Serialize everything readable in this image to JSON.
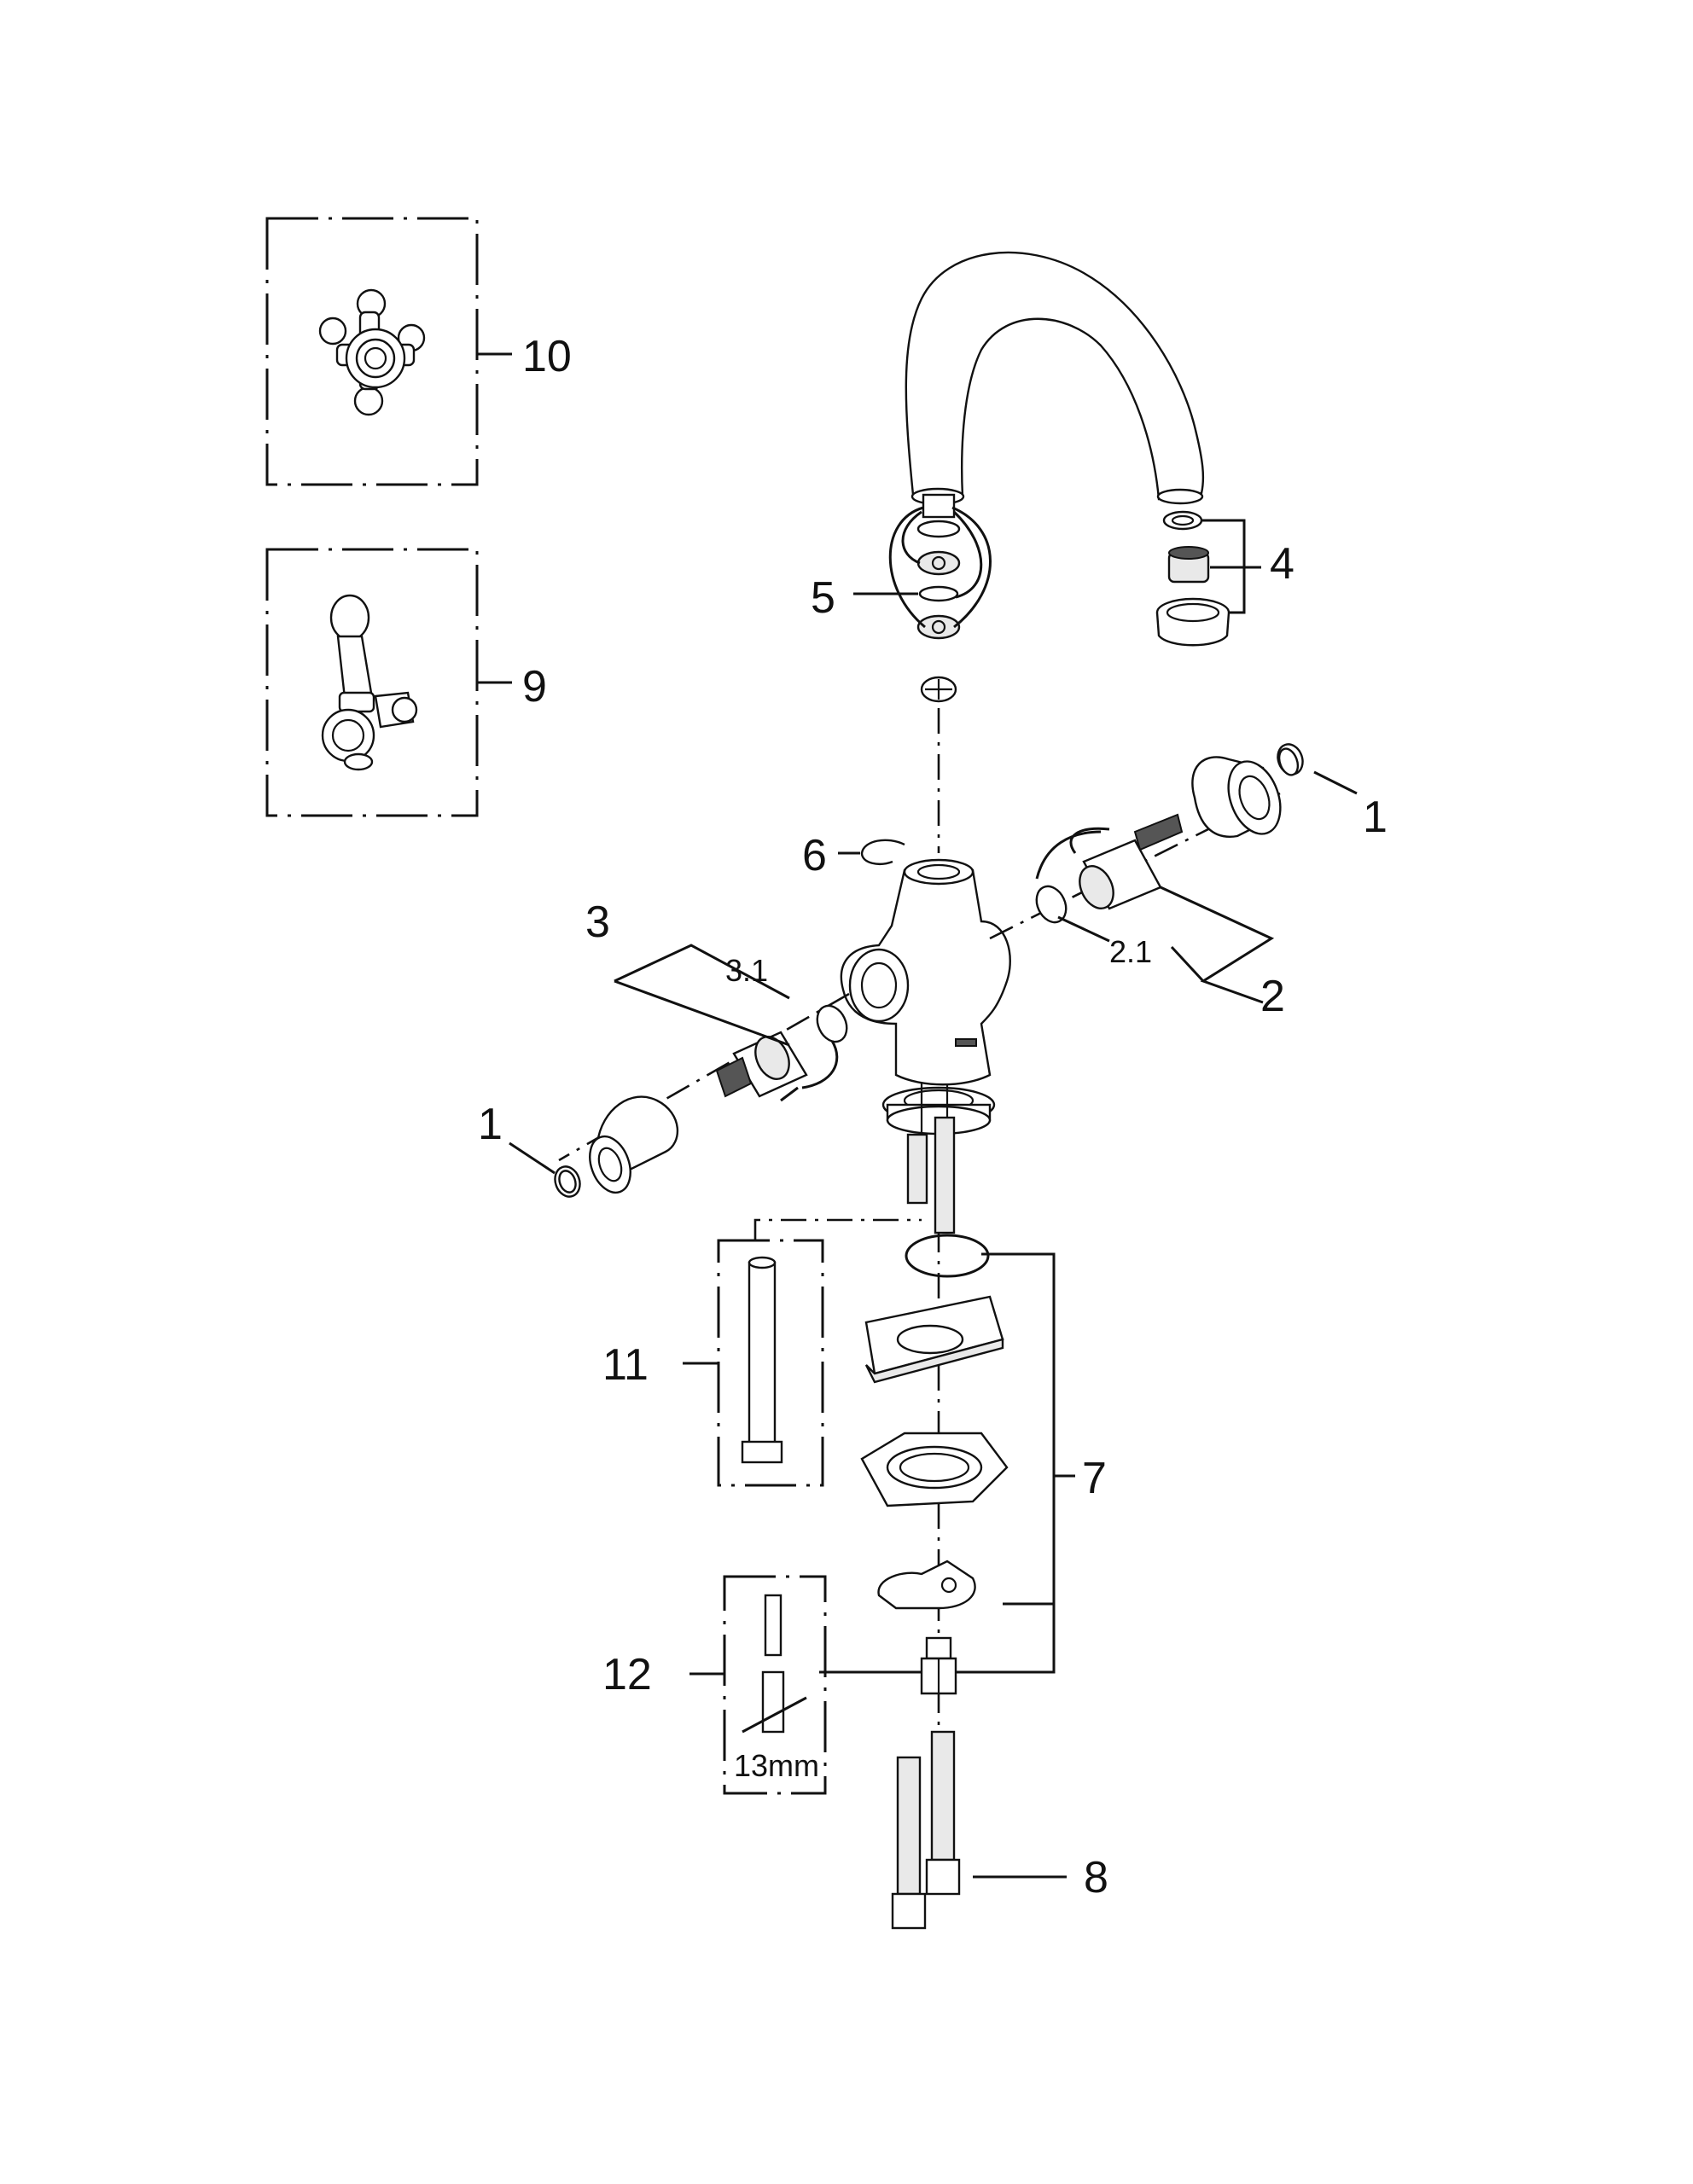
{
  "labels": {
    "l1": "1",
    "l2": "2",
    "l2_1": "2.1",
    "l3": "3",
    "l3_1": "3.1",
    "l4": "4",
    "l5": "5",
    "l6": "6",
    "l7": "7",
    "l8": "8",
    "l9": "9",
    "l10": "10",
    "l11": "11",
    "l12": "12",
    "key_size": "13mm"
  },
  "icons": [
    "cross-handle-icon",
    "lever-handle-icon",
    "extraction-tool-icon",
    "socket-key-icon"
  ],
  "colors": {
    "ink": "#111111",
    "background": "#ffffff",
    "shade": "#e9e9e9"
  }
}
